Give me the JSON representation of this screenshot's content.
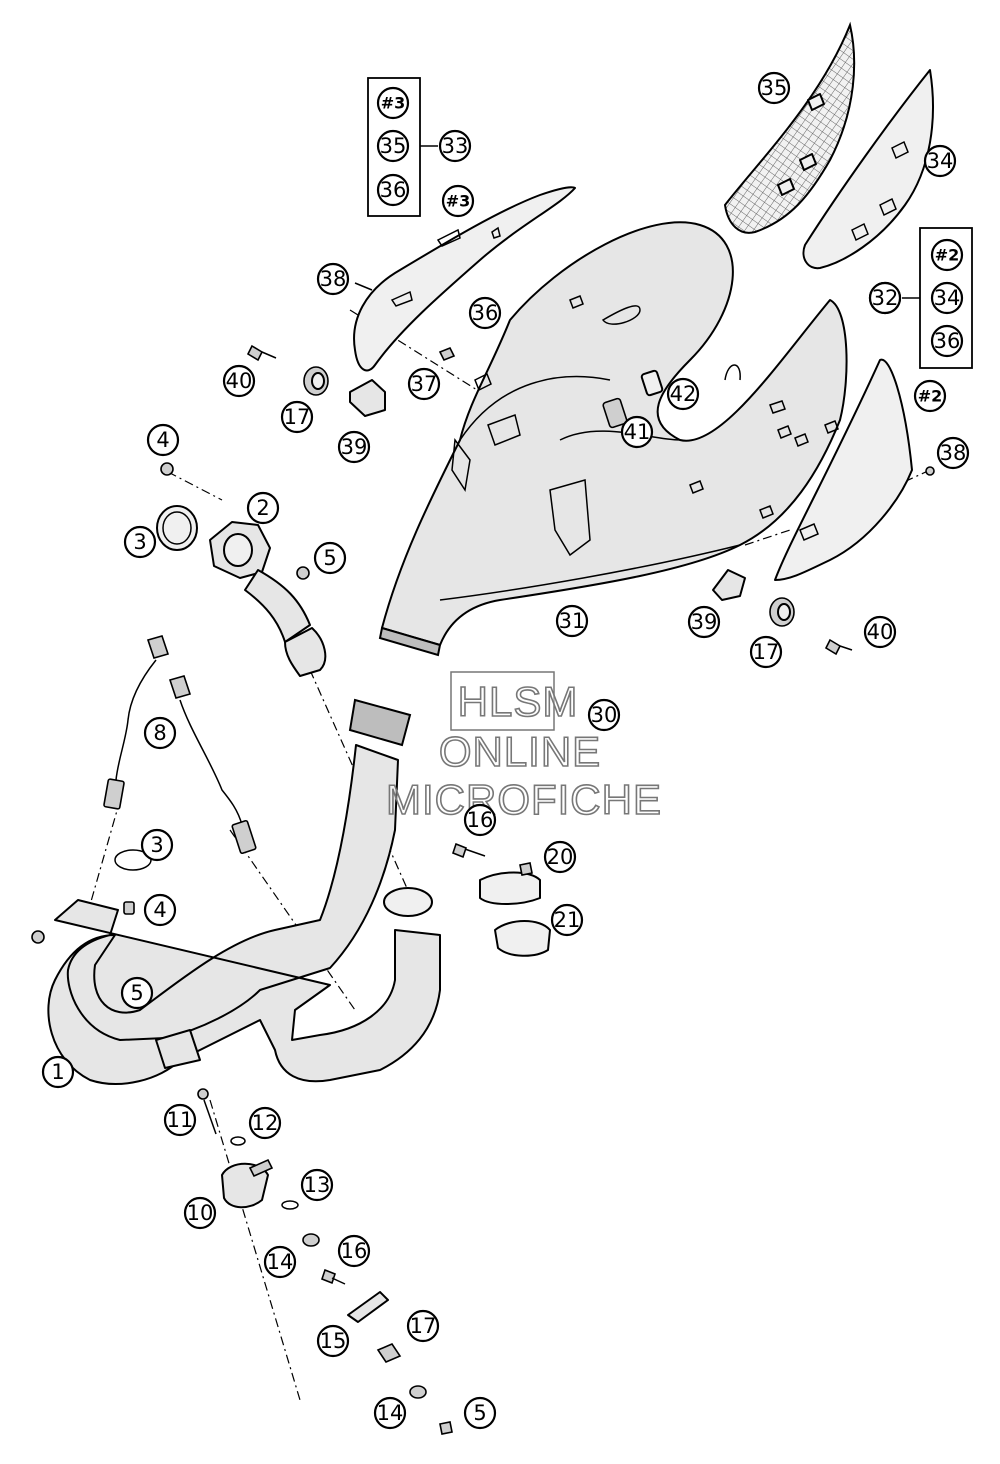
{
  "callouts": [
    {
      "label": "1"
    },
    {
      "label": "2"
    },
    {
      "label": "3"
    },
    {
      "label": "3"
    },
    {
      "label": "4"
    },
    {
      "label": "4"
    },
    {
      "label": "5"
    },
    {
      "label": "5"
    },
    {
      "label": "5"
    },
    {
      "label": "8"
    },
    {
      "label": "10"
    },
    {
      "label": "11"
    },
    {
      "label": "12"
    },
    {
      "label": "13"
    },
    {
      "label": "14"
    },
    {
      "label": "14"
    },
    {
      "label": "15"
    },
    {
      "label": "16"
    },
    {
      "label": "16"
    },
    {
      "label": "17"
    },
    {
      "label": "17"
    },
    {
      "label": "17"
    },
    {
      "label": "20"
    },
    {
      "label": "21"
    },
    {
      "label": "30"
    },
    {
      "label": "31"
    },
    {
      "label": "32"
    },
    {
      "label": "34"
    },
    {
      "label": "35"
    },
    {
      "label": "36"
    },
    {
      "label": "37"
    },
    {
      "label": "38"
    },
    {
      "label": "38"
    },
    {
      "label": "39"
    },
    {
      "label": "39"
    },
    {
      "label": "40"
    },
    {
      "label": "40"
    },
    {
      "label": "41"
    },
    {
      "label": "42"
    },
    {
      "label": "#3"
    },
    {
      "label": "#2"
    }
  ],
  "groups": {
    "group_33": {
      "label": "33",
      "items": [
        "#3",
        "35",
        "36"
      ]
    },
    "group_32": {
      "label": "32",
      "items": [
        "#2",
        "34",
        "36"
      ]
    }
  },
  "watermark": {
    "line1": "HLSM",
    "line2": "ONLINE",
    "line3": "MICROFICHE"
  }
}
